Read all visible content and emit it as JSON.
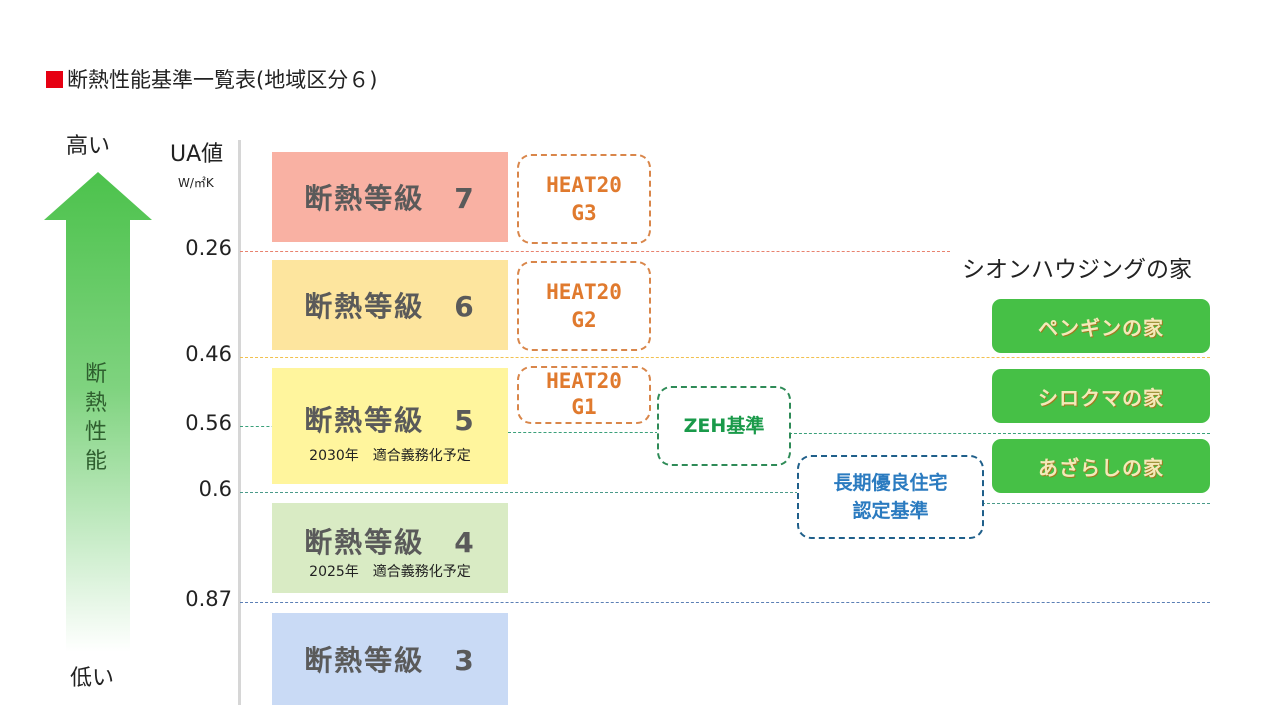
{
  "title": "断熱性能基準一覧表(地域区分６)",
  "title_marker_color": "#e60012",
  "performance_axis": {
    "high_label": "高い",
    "low_label": "低い",
    "arrow_label": "断熱性能",
    "arrow_color": "#4cc24c",
    "arrow_icon": "arrow-up-icon"
  },
  "ua_axis": {
    "title": "UA値",
    "unit": "W/㎡K",
    "ticks": [
      "0.26",
      "0.46",
      "0.56",
      "0.6",
      "0.87"
    ]
  },
  "grades": [
    {
      "name": "断熱等級　7",
      "note": "",
      "color": "#f9b1a3"
    },
    {
      "name": "断熱等級　6",
      "note": "",
      "color": "#fde59e"
    },
    {
      "name": "断熱等級　5",
      "note": "2030年　適合義務化予定",
      "color": "#fff59d"
    },
    {
      "name": "断熱等級　4",
      "note": "2025年　適合義務化予定",
      "color": "#d9ebc4"
    },
    {
      "name": "断熱等級　3",
      "note": "",
      "color": "#c9daf5"
    }
  ],
  "standards": {
    "heat20_g3": {
      "line1": "HEAT20",
      "line2": "G3"
    },
    "heat20_g2": {
      "line1": "HEAT20",
      "line2": "G2"
    },
    "heat20_g1": {
      "line1": "HEAT20",
      "line2": "G1"
    },
    "zeh": "ZEH基準",
    "choki": {
      "line1": "長期優良住宅",
      "line2": "認定基準"
    }
  },
  "shion": {
    "title": "シオンハウジングの家",
    "houses": [
      "ペンギンの家",
      "シロクマの家",
      "あざらしの家"
    ],
    "color": "#46c046"
  },
  "line_colors": {
    "0.26": "#e8826e",
    "0.46": "#f2c14e",
    "0.56": "#3aa07a",
    "0.6": "#4a9a8a",
    "0.87": "#5b7fb5"
  }
}
